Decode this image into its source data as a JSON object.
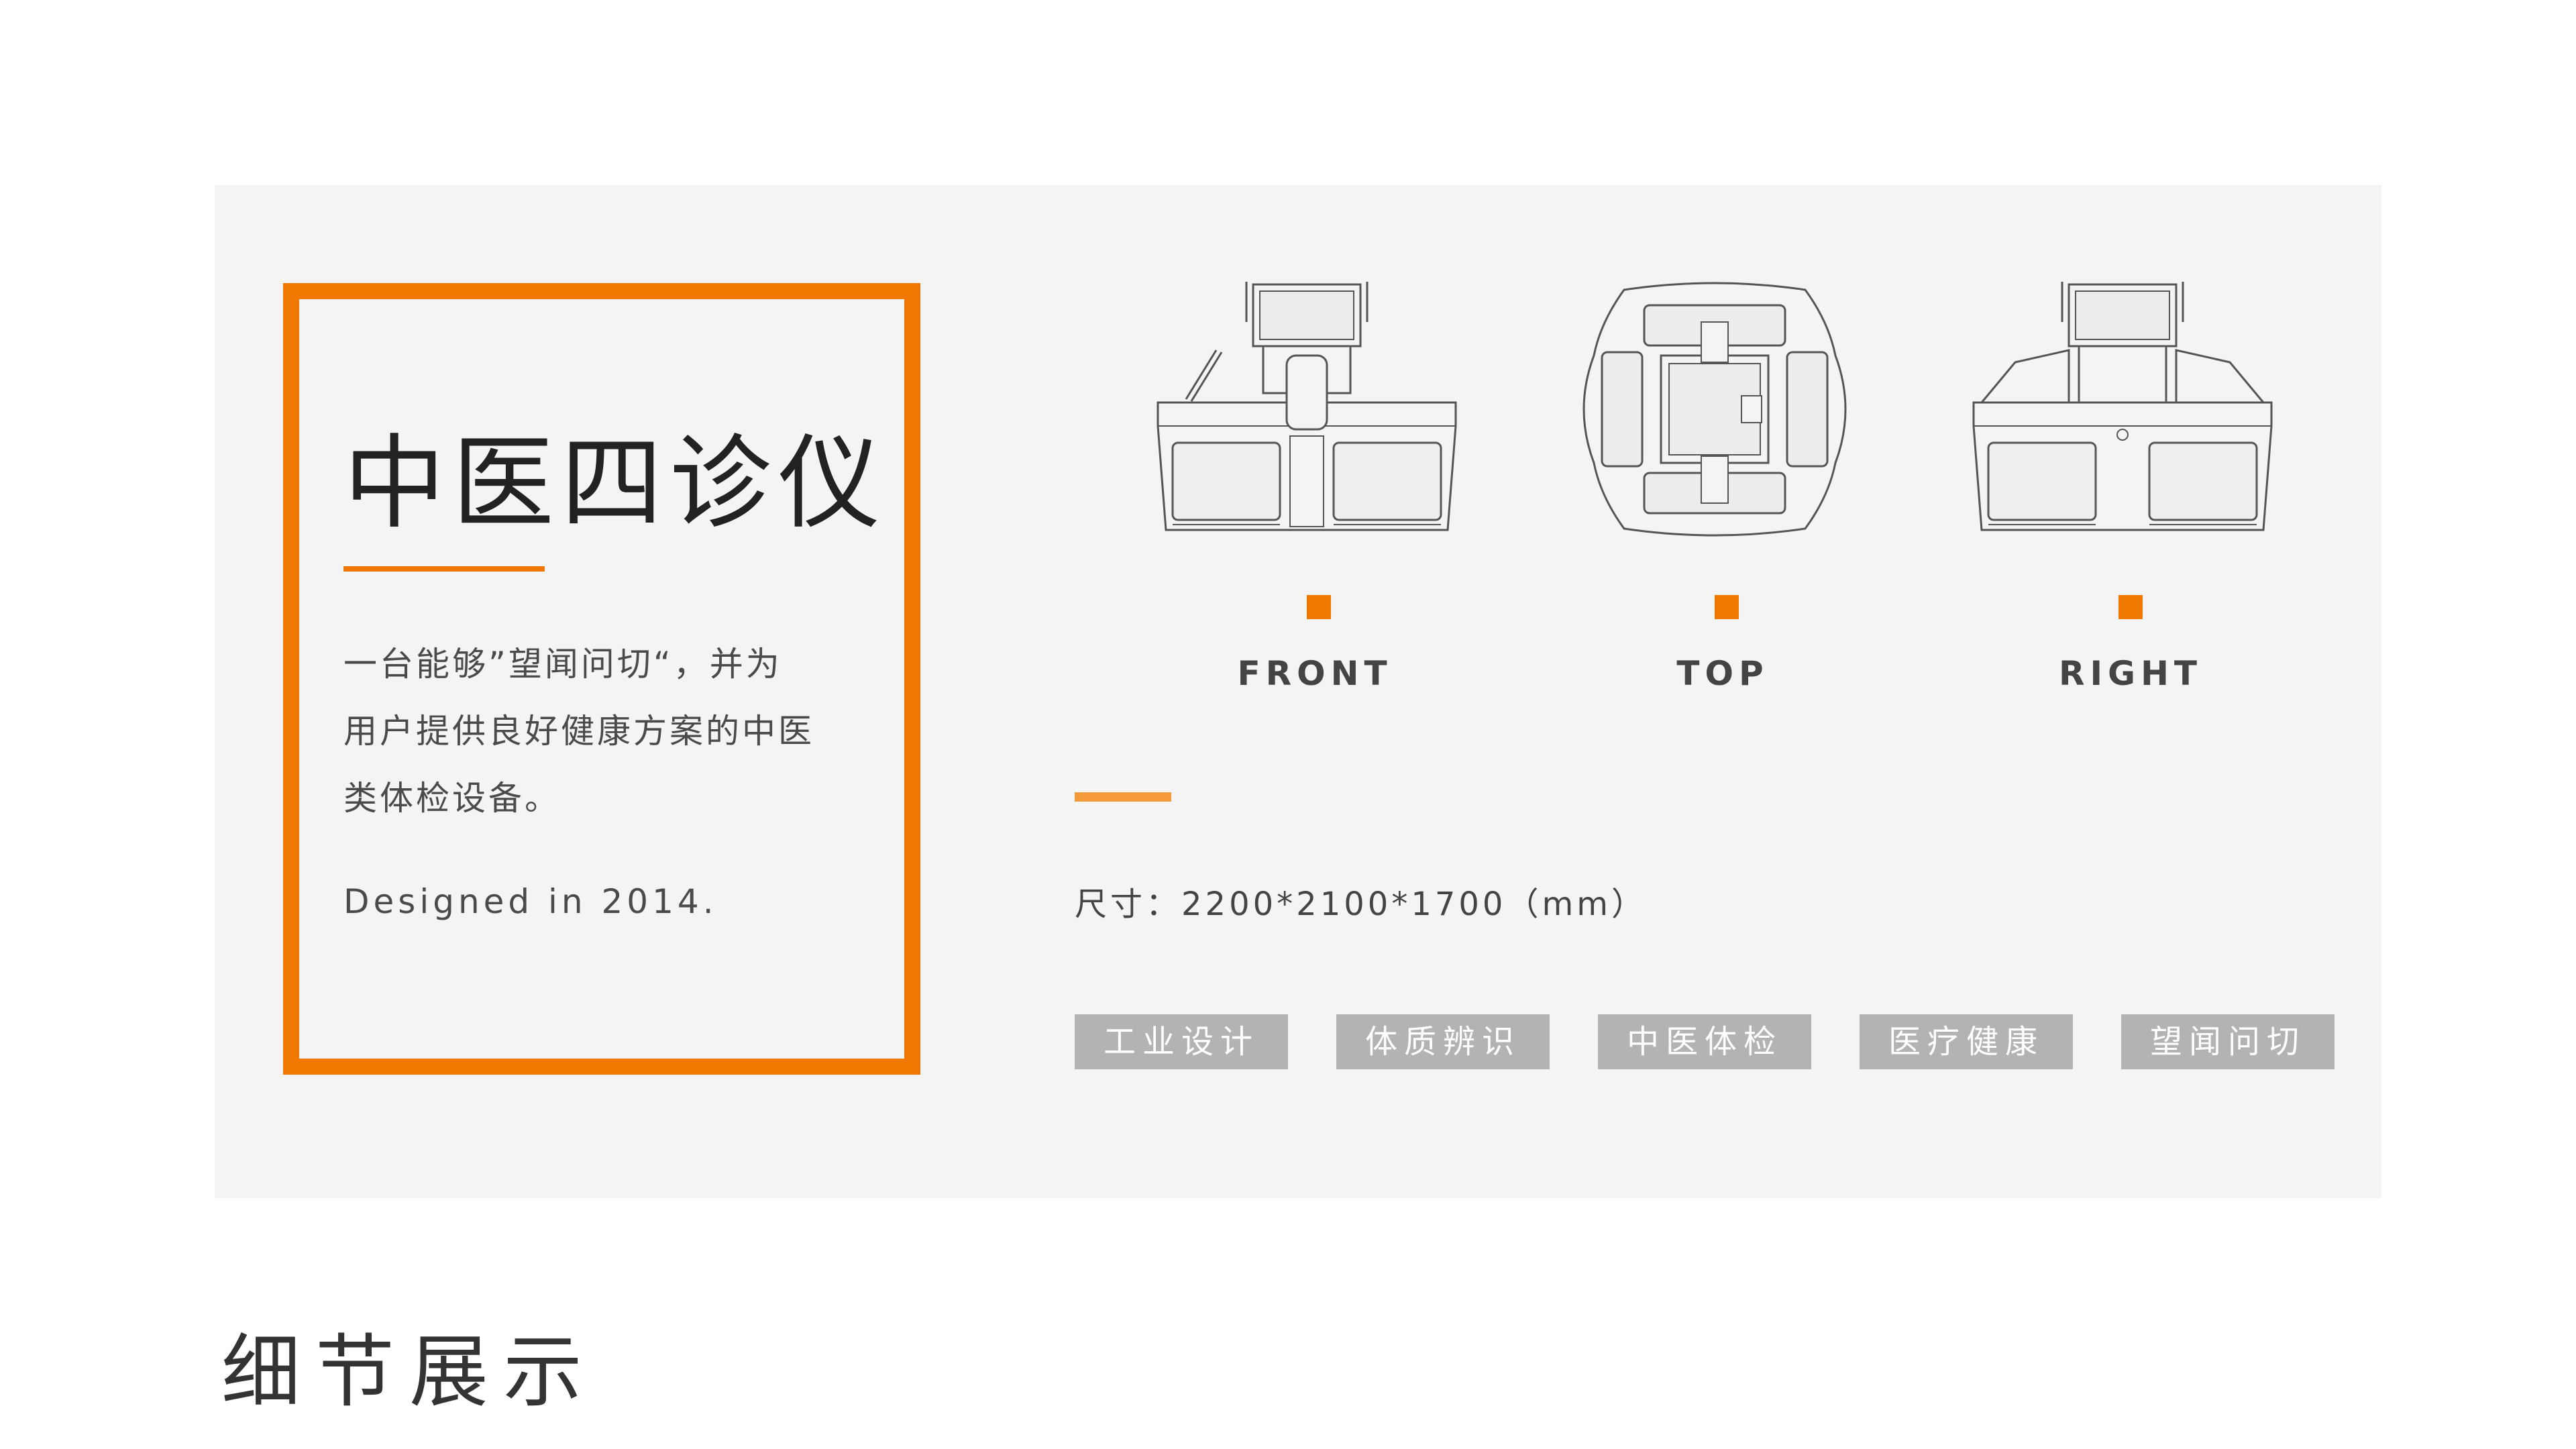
{
  "product": {
    "title": "中医四诊仪",
    "description_lines": [
      "一台能够”望闻问切“，并为",
      "用户提供良好健康方案的中医",
      "类体检设备。"
    ],
    "designed": "Designed in 2014."
  },
  "views": [
    {
      "label": "FRONT",
      "icon": "front-view-drawing"
    },
    {
      "label": "TOP",
      "icon": "top-view-drawing"
    },
    {
      "label": "RIGHT",
      "icon": "right-view-drawing"
    }
  ],
  "spec": {
    "text": "尺寸：2200*2100*1700（mm）"
  },
  "tags": [
    "工业设计",
    "体质辨识",
    "中医体检",
    "医疗健康",
    "望闻问切"
  ],
  "section": {
    "title": "细节展示"
  },
  "colors": {
    "accent": "#f07800",
    "accent_light": "#f59a3a",
    "panel_bg": "#f4f4f4",
    "tag_bg": "#b3b3b3"
  }
}
